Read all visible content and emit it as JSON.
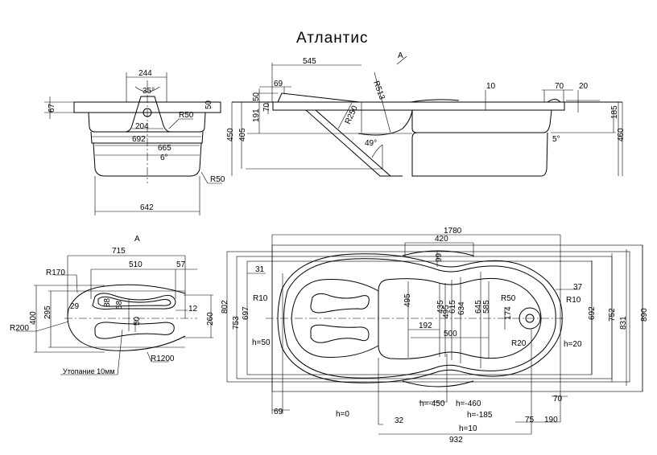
{
  "title": "Атлантис",
  "view_marker": "A",
  "end_view": {
    "labels": [
      "244",
      "35°",
      "67",
      "50",
      "R50",
      "204",
      "692",
      "665",
      "6°",
      "R50",
      "642"
    ]
  },
  "side_view": {
    "labels": [
      "545",
      "69",
      "50",
      "70",
      "191",
      "405",
      "450",
      "R513",
      "R250",
      "49°",
      "10",
      "70",
      "20",
      "185",
      "460",
      "5°"
    ]
  },
  "detail_view": {
    "labels": [
      "A",
      "715",
      "510",
      "57",
      "R170",
      "29",
      "88",
      "58",
      "50",
      "12",
      "400",
      "295",
      "R200",
      "260",
      "R1200",
      "Утопание 10мм"
    ]
  },
  "plan_view": {
    "labels": [
      "1780",
      "420",
      "99",
      "802",
      "753",
      "697",
      "31",
      "R10",
      "h=50",
      "495",
      "435",
      "495",
      "615",
      "634",
      "645",
      "585",
      "174",
      "R50",
      "R10",
      "37",
      "192",
      "500",
      "R20",
      "h=20",
      "692",
      "752",
      "831",
      "890",
      "h=-450",
      "h=-460",
      "h=-185",
      "h=0",
      "70",
      "69",
      "32",
      "75",
      "190",
      "h=10",
      "932"
    ]
  }
}
